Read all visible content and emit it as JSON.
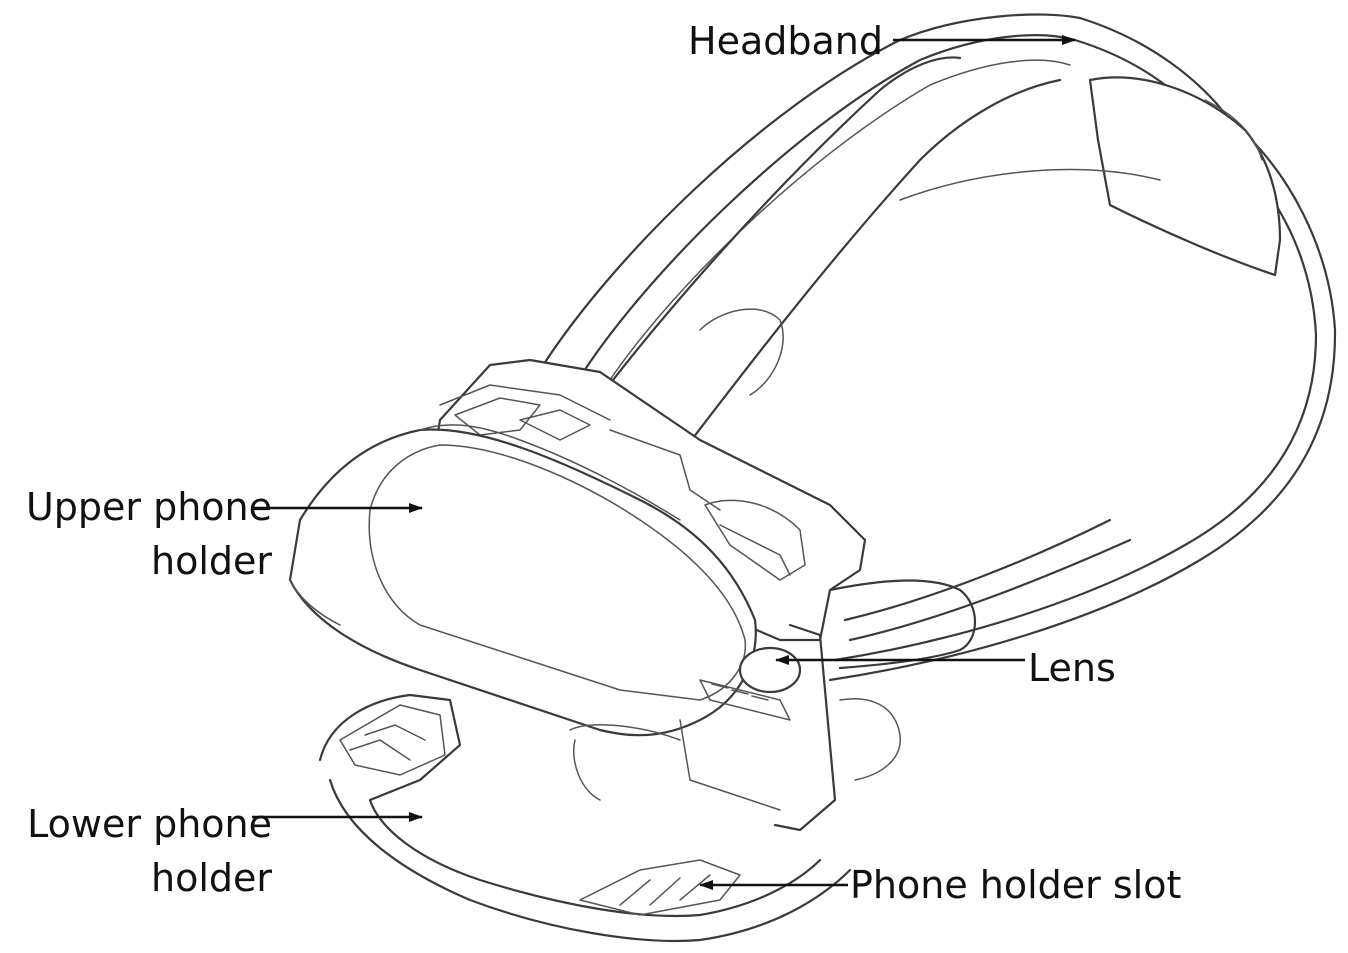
{
  "labels": {
    "headband": "Headband",
    "upper_phone_holder": {
      "line1": "Upper phone",
      "line2": "holder"
    },
    "lens": "Lens",
    "lower_phone_holder": {
      "line1": "Lower phone",
      "line2": "holder"
    },
    "phone_holder_slot": "Phone holder slot"
  },
  "colors": {
    "line_art": "#3a3a3a",
    "label_text": "#111111",
    "background": "#ffffff"
  }
}
